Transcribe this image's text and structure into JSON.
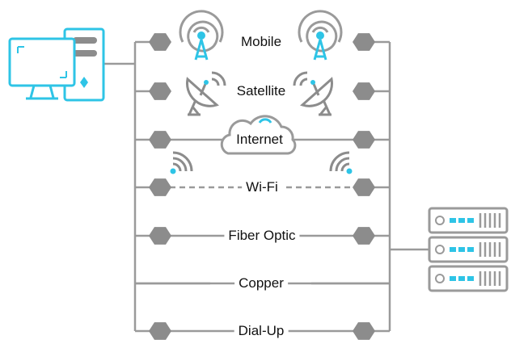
{
  "diagram": {
    "connections": [
      {
        "id": "mobile",
        "label": "Mobile",
        "line": "none",
        "left_node": true,
        "right_node": true,
        "icon": "cell-tower-icon"
      },
      {
        "id": "satellite",
        "label": "Satellite",
        "line": "none",
        "left_node": true,
        "right_node": true,
        "icon": "satellite-dish-icon"
      },
      {
        "id": "internet",
        "label": "Internet",
        "line": "solid",
        "left_node": true,
        "right_node": true,
        "icon": "cloud-icon"
      },
      {
        "id": "wifi",
        "label": "Wi-Fi",
        "line": "dashed",
        "left_node": true,
        "right_node": true,
        "icon": "wifi-icon"
      },
      {
        "id": "fiber",
        "label": "Fiber Optic",
        "line": "solid",
        "left_node": true,
        "right_node": true,
        "icon": ""
      },
      {
        "id": "copper",
        "label": "Copper",
        "line": "solid",
        "left_node": false,
        "right_node": false,
        "icon": ""
      },
      {
        "id": "dialup",
        "label": "Dial-Up",
        "line": "solid",
        "left_node": true,
        "right_node": true,
        "icon": ""
      }
    ],
    "endpoints": {
      "left": {
        "icon": "desktop-computer-icon"
      },
      "right": {
        "icon": "server-rack-icon"
      }
    },
    "colors": {
      "accent": "#2ec4e6",
      "line": "#9a9a9a",
      "node": "#8c8c8c",
      "text": "#111111"
    }
  }
}
